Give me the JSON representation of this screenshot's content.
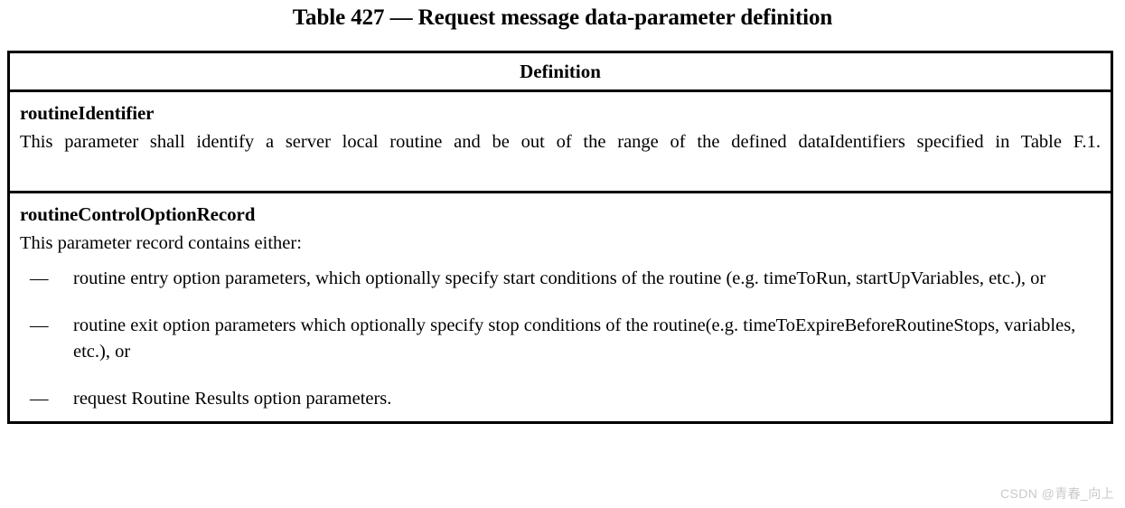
{
  "title": "Table 427 — Request message data-parameter definition",
  "table": {
    "header": "Definition",
    "rows": [
      {
        "param_name": "routineIdentifier",
        "body": "This parameter shall identify a server local routine and be out of the range of the defined dataIdentifiers specified in Table F.1."
      },
      {
        "param_name": "routineControlOptionRecord",
        "intro": "This parameter record contains either:",
        "bullets": [
          {
            "marker": "—",
            "text": "routine entry option parameters, which optionally specify start conditions of the routine (e.g. timeToRun, startUpVariables, etc.), or"
          },
          {
            "marker": "—",
            "text": "routine exit option parameters which optionally specify stop conditions of the routine(e.g. timeToExpireBeforeRoutineStops, variables, etc.), or"
          },
          {
            "marker": "—",
            "text": "request Routine Results option parameters."
          }
        ]
      }
    ]
  },
  "watermark": "CSDN @青春_向上"
}
